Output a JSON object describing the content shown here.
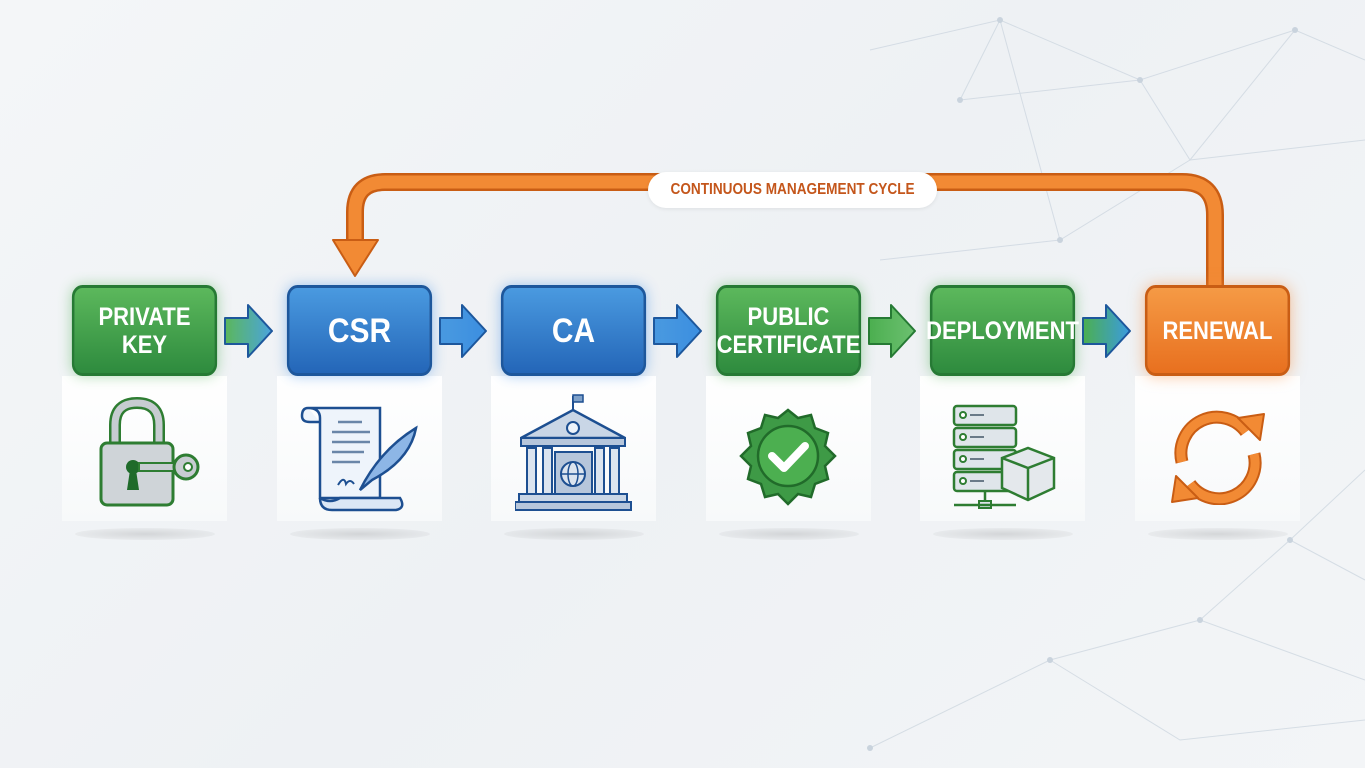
{
  "cycle_label": "CONTINUOUS MANAGEMENT CYCLE",
  "steps": [
    {
      "line1": "PRIVATE",
      "line2": "KEY",
      "color": "green",
      "icon": "padlock-key-icon"
    },
    {
      "line1": "CSR",
      "line2": "",
      "color": "blue",
      "icon": "scroll-quill-icon"
    },
    {
      "line1": "CA",
      "line2": "",
      "color": "blue",
      "icon": "bank-building-icon"
    },
    {
      "line1": "PUBLIC",
      "line2": "CERTIFICATE",
      "color": "green",
      "icon": "check-badge-icon"
    },
    {
      "line1": "DEPLOYMENT",
      "line2": "",
      "color": "green",
      "icon": "server-package-icon"
    },
    {
      "line1": "RENEWAL",
      "line2": "",
      "color": "orange",
      "icon": "refresh-cycle-icon"
    }
  ],
  "colors": {
    "green": "#3a9a46",
    "blue": "#2f7bcc",
    "orange": "#ef7d2a",
    "cycle_text": "#c4561b"
  }
}
